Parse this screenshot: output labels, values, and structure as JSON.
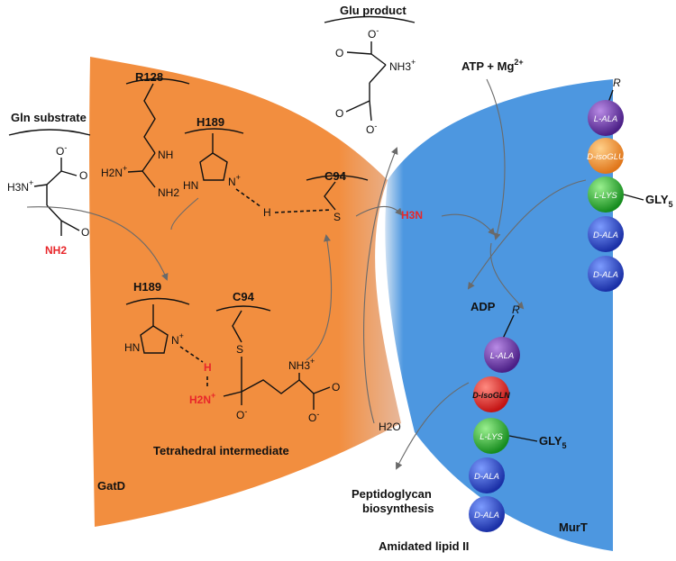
{
  "title_glu": "Glu product",
  "title_gln": "Gln substrate",
  "gatd_label": "GatD",
  "murt_label": "MurT",
  "tetra_label": "Tetrahedral intermediate",
  "peptidoglycan_label_1": "Peptidoglycan",
  "peptidoglycan_label_2": "biosynthesis",
  "amidated_label": "Amidated lipid II",
  "atp_label": "ATP + Mg",
  "atp_sup": "2+",
  "adp_label": "ADP",
  "water_label": "H2O",
  "residues": {
    "r128": "R128",
    "h189_top": "H189",
    "h189_bottom": "H189",
    "c94_top": "C94",
    "c94_bottom": "C94"
  },
  "chem": {
    "o_minus": "O",
    "minus": "-",
    "plus": "+",
    "o": "O",
    "n": "N",
    "h": "H",
    "s": "S",
    "nh": "NH",
    "hn": "HN",
    "h2n": "H2N",
    "nh2": "NH2",
    "nh3": "NH3",
    "h3n": "H3N"
  },
  "chain_top": [
    "L-ALA",
    "D-isoGLU",
    "L-LYS",
    "D-ALA",
    "D-ALA"
  ],
  "chain_bottom": [
    "L-ALA",
    "D-isoGLN",
    "L-LYS",
    "D-ALA",
    "D-ALA"
  ],
  "gly_label": "GLY",
  "gly_sub": "5",
  "r_label": "R",
  "colors": {
    "gatd": "#f28e3f",
    "murt": "#4d97e0",
    "purple": "#7a3fb8",
    "orange": "#f39b3a",
    "green": "#34b43a",
    "blue": "#2e4fd1",
    "red": "#e8262a",
    "arrow": "#6a6a6a"
  }
}
